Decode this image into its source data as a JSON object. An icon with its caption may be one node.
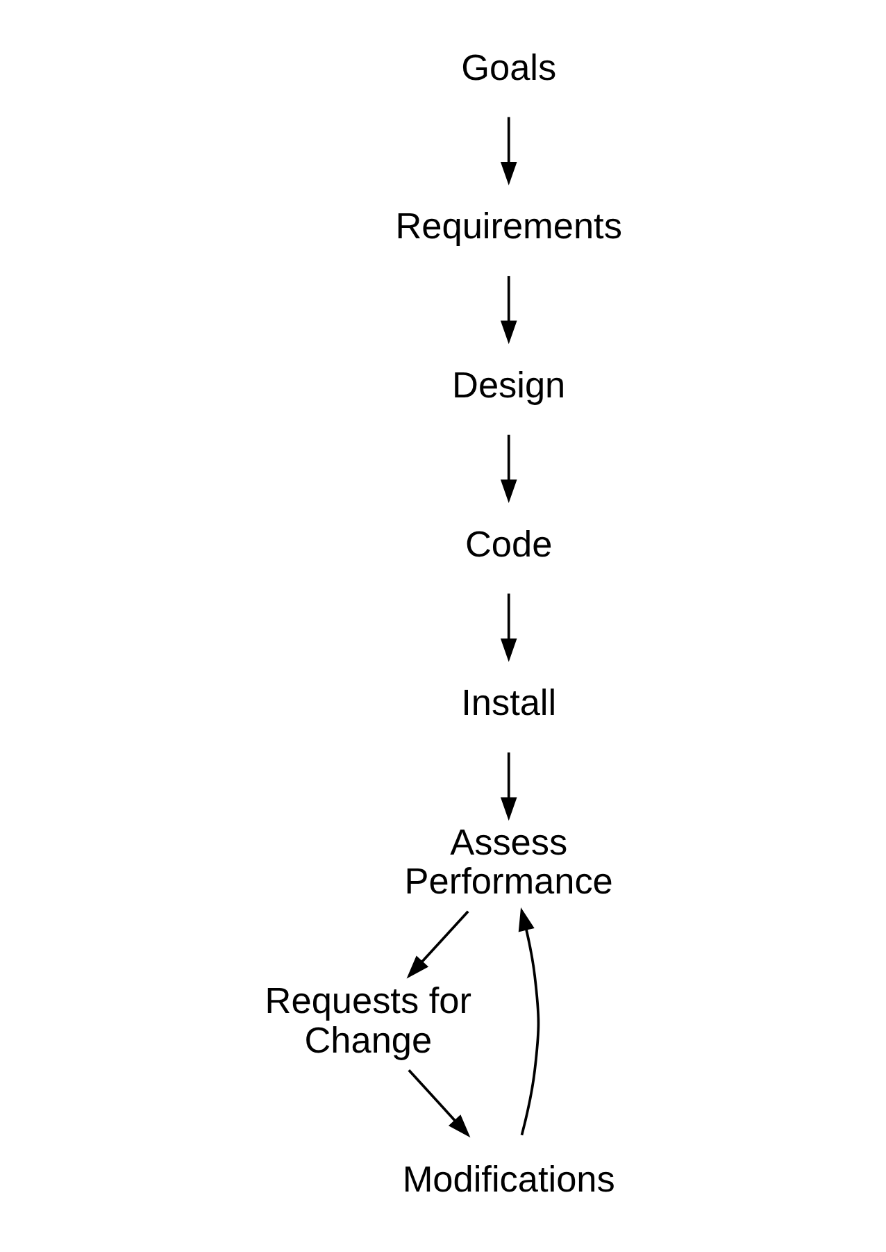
{
  "diagram": {
    "nodes": [
      {
        "text": [
          "Goals"
        ]
      },
      {
        "text": [
          "Requirements"
        ]
      },
      {
        "text": [
          "Design"
        ]
      },
      {
        "text": [
          "Code"
        ]
      },
      {
        "text": [
          "Install"
        ]
      },
      {
        "text": [
          "Assess Performance"
        ]
      },
      {
        "text": [
          "Requests for Change"
        ]
      },
      {
        "text": [
          "Modifications"
        ]
      }
    ],
    "edges": [
      {
        "from": 0,
        "to": 1,
        "arrow": "to"
      },
      {
        "from": 1,
        "to": 2,
        "arrow": "to"
      },
      {
        "from": 2,
        "to": 3,
        "arrow": "to"
      },
      {
        "from": 3,
        "to": 4,
        "arrow": "to"
      },
      {
        "from": 4,
        "to": 5,
        "arrow": "to"
      },
      {
        "from": 5,
        "to": 6,
        "arrow": "to"
      },
      {
        "from": 6,
        "to": 7,
        "arrow": "to"
      },
      {
        "from": 7,
        "to": 5,
        "arrow": "to"
      }
    ]
  }
}
